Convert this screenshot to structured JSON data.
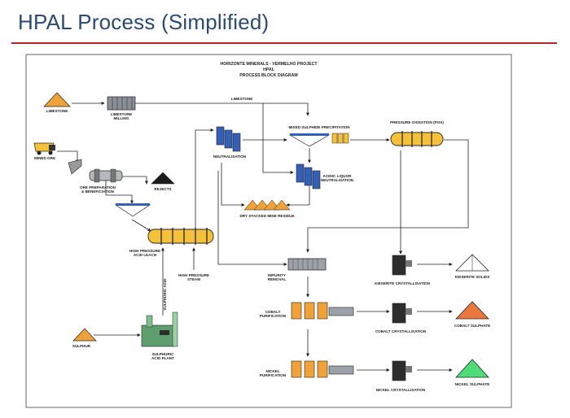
{
  "slide": {
    "title": "HPAL Process (Simplified)"
  },
  "diagram_header": {
    "line1": "HORIZONTE MINERALS - VERMELHO PROJECT",
    "line2": "HPAL",
    "line3": "PROCESS BLOCK DIAGRAM"
  },
  "labels": {
    "limestone": "LIMESTONE",
    "limestone_milling_1": "LIMESTONE",
    "limestone_milling_2": "MILLING",
    "limestone_line": "LIMESTONE",
    "mined_ore": "MINED ORE",
    "ore_prep_1": "ORE PREPARATION",
    "ore_prep_2": "& BENEFICIATION",
    "rejects": "REJECTS",
    "hpal_1": "HIGH PRESSURE",
    "hpal_2": "ACID LEACH",
    "neutralisation": "NEUTRALISATION",
    "msp": "MIXED SULPHIDE PRECIPITATION",
    "pox": "PRESSURE OXIDATION (POX)",
    "acidic_1": "ACIDIC LIQUOR",
    "acidic_2": "NEUTRALISATION",
    "dry_residue": "DRY STACKED MINE RESIDUE",
    "sulphuric_acid": "SULPHURIC ACID",
    "hp_steam_1": "HIGH PRESSURE",
    "hp_steam_2": "STEAM",
    "impurity_1": "IMPURITY",
    "impurity_2": "REMOVAL",
    "kieserite_cryst": "KIESERITE CRYSTALLISATION",
    "kieserite_solids": "KIESERITE SOLIDS",
    "cobalt_purif_1": "COBALT",
    "cobalt_purif_2": "PURIFICATION",
    "cobalt_cryst": "COBALT CRYSTALLISATION",
    "cobalt_sulphate": "COBALT SULPHATE",
    "sulphur": "SULPHUR",
    "acid_plant_1": "SULPHURIC",
    "acid_plant_2": "ACID PLANT",
    "nickel_purif_1": "NICKEL",
    "nickel_purif_2": "PURIFICATION",
    "nickel_cryst": "NICKEL CRYSTALLISATION",
    "nickel_sulphate": "NICKEL SULPHATE"
  },
  "colors": {
    "title": "#2b4a73",
    "rule": "#b3262a",
    "stockpile": "#f0a23a",
    "vessel": "#f6c13a",
    "tank_blue": "#3560b8",
    "cobalt_pile": "#e9773e",
    "nickel_pile": "#4fdc78"
  }
}
